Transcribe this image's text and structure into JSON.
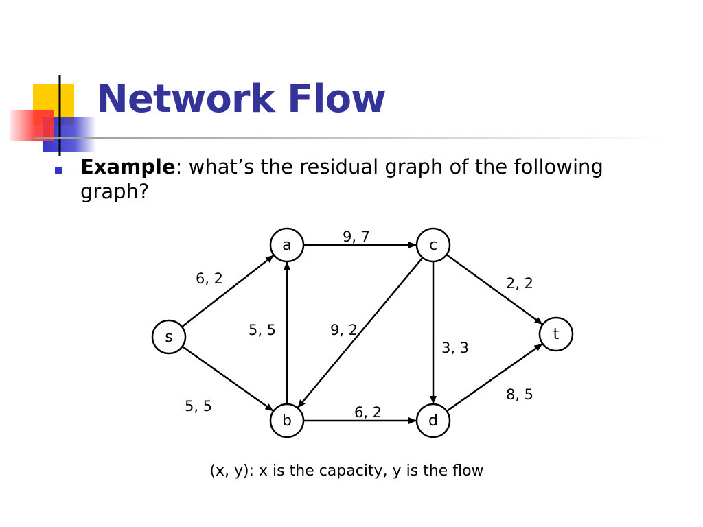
{
  "slide": {
    "title": "Network Flow",
    "bullet_bold": "Example",
    "bullet_rest": ": what’s the residual graph of the following graph?",
    "caption": "(x, y): x is the capacity, y is the flow"
  },
  "colors": {
    "title": "#333399",
    "bullet": "#3333cc",
    "deco_yellow": "#ffcc00",
    "deco_blue": "#3333cc",
    "deco_red": "#ff3333"
  },
  "graph": {
    "nodes": [
      {
        "id": "s",
        "label": "s"
      },
      {
        "id": "a",
        "label": "a"
      },
      {
        "id": "b",
        "label": "b"
      },
      {
        "id": "c",
        "label": "c"
      },
      {
        "id": "d",
        "label": "d"
      },
      {
        "id": "t",
        "label": "t"
      }
    ],
    "edges": [
      {
        "from": "s",
        "to": "a",
        "label": "6, 2"
      },
      {
        "from": "s",
        "to": "b",
        "label": "5, 5"
      },
      {
        "from": "b",
        "to": "a",
        "label": "5, 5"
      },
      {
        "from": "a",
        "to": "c",
        "label": "9, 7"
      },
      {
        "from": "c",
        "to": "b",
        "label": "9, 2"
      },
      {
        "from": "b",
        "to": "d",
        "label": "6, 2"
      },
      {
        "from": "c",
        "to": "d",
        "label": "3, 3"
      },
      {
        "from": "c",
        "to": "t",
        "label": "2, 2"
      },
      {
        "from": "d",
        "to": "t",
        "label": "8, 5"
      }
    ]
  }
}
